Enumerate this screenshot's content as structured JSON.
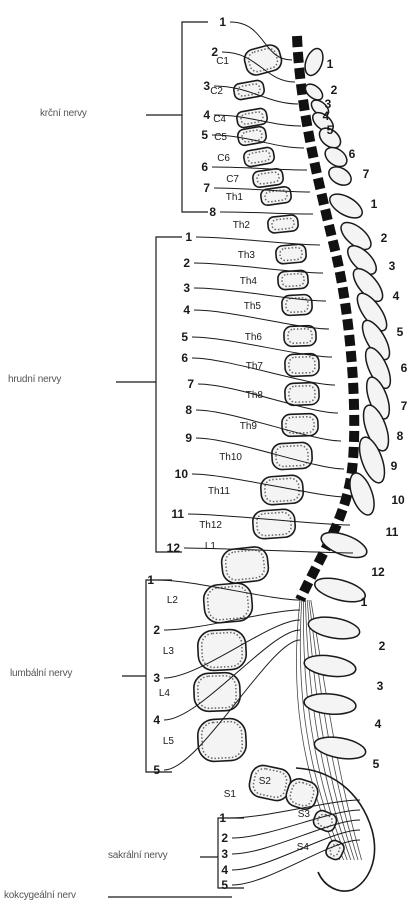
{
  "regions": {
    "cervical": "krční nervy",
    "thoracic": "hrudní nervy",
    "lumbar": "lumbální nervy",
    "sacral": "sakrální nervy",
    "coccygeal": "kokcygeální nerv"
  },
  "vertebrae": [
    "C1",
    "C2",
    "C4",
    "C5",
    "C6",
    "C7",
    "Th1",
    "Th2",
    "Th3",
    "Th4",
    "Th5",
    "Th6",
    "Th7",
    "Th8",
    "Th9",
    "Th10",
    "Th11",
    "Th12",
    "L1",
    "L2",
    "L3",
    "L4",
    "L5",
    "S1",
    "S2",
    "S3",
    "S4"
  ],
  "left_numbers": {
    "cervical": [
      "1",
      "2",
      "3",
      "4",
      "5",
      "6",
      "7",
      "8"
    ],
    "thoracic": [
      "1",
      "2",
      "3",
      "4",
      "5",
      "6",
      "7",
      "8",
      "9",
      "10",
      "11",
      "12"
    ],
    "lumbar": [
      "1",
      "2",
      "3",
      "4",
      "5"
    ],
    "sacral": [
      "1",
      "2",
      "3",
      "4",
      "5"
    ]
  },
  "right_numbers": {
    "cervical": [
      "1",
      "2",
      "3",
      "4",
      "5",
      "6",
      "7"
    ],
    "thoracic": [
      "1",
      "2",
      "3",
      "4",
      "5",
      "6",
      "7",
      "8",
      "9",
      "10",
      "11",
      "12"
    ],
    "lumbar": [
      "1",
      "2",
      "3",
      "4",
      "5"
    ]
  },
  "colors": {
    "ink": "#1a1a1a",
    "cord": "#111111",
    "bone": "#f4f4f4"
  }
}
